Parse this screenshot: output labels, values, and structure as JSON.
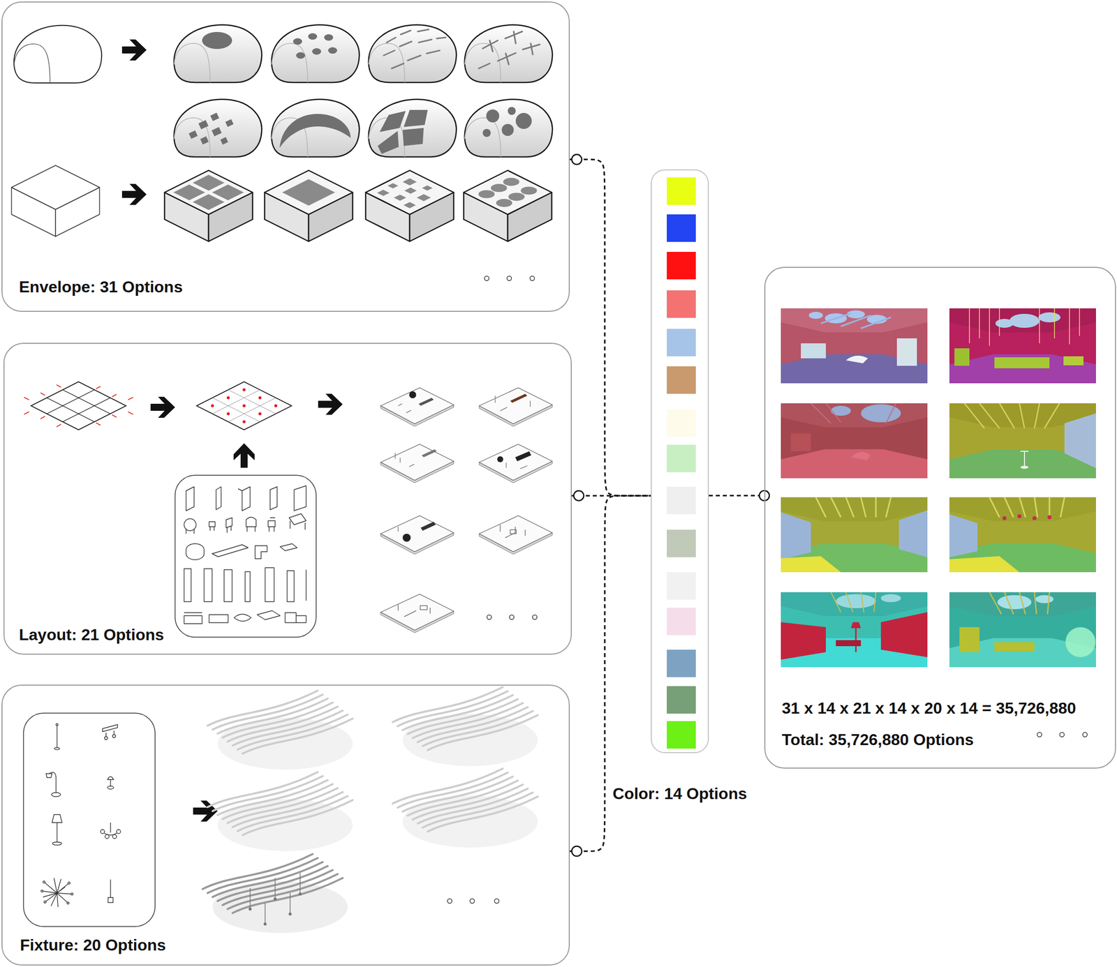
{
  "diagram": {
    "nodes": [
      {
        "text": [
          "Envelope: 31 Options"
        ]
      },
      {
        "text": [
          "Layout: 21 Options"
        ]
      },
      {
        "text": [
          "Fixture: 20 Options"
        ]
      },
      {
        "text": [
          "Color: 14 Options"
        ]
      },
      {
        "text": [
          "31 x 14 x 21 x 14 x 20 x 14 = 35,726,880",
          "Total: 35,726,880 Options"
        ]
      }
    ],
    "edges": [
      {
        "from": 0,
        "to": 3,
        "arrow": "none"
      },
      {
        "from": 1,
        "to": 3,
        "arrow": "none"
      },
      {
        "from": 2,
        "to": 3,
        "arrow": "none"
      },
      {
        "from": 3,
        "to": 4,
        "arrow": "none"
      }
    ]
  }
}
